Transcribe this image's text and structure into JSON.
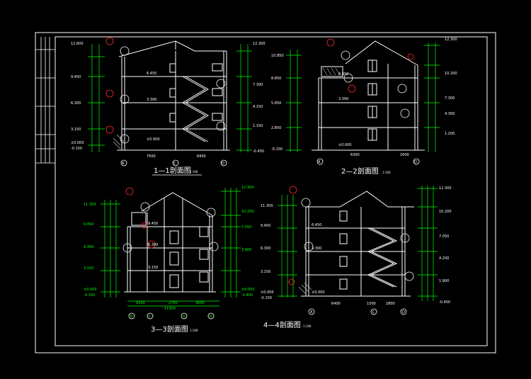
{
  "colors": {
    "background": "#000000",
    "frame": "#ffffff",
    "structure": "#ffffff",
    "dimension": "#00ff00",
    "annotation": "#ff2b2b",
    "hatch": "#c8c8c8"
  },
  "sections": [
    {
      "title": "1—1剖面图",
      "scale": "1:100",
      "elevations_left": [
        "12.600",
        "9.450",
        "6.300",
        "3.150",
        "±0.000",
        "-0.150"
      ],
      "elevations_right": [
        "12.300",
        "7.300",
        "4.150",
        "1.150",
        "-0.450"
      ],
      "level_labels": [
        "6.450",
        "3.300",
        "±0.000"
      ],
      "axis_labels": [
        "A",
        "C",
        "D"
      ],
      "bottom_dims": [
        "7500",
        "6400"
      ]
    },
    {
      "title": "2—2剖面图",
      "scale": "1:100",
      "elevations_left": [
        "10.850",
        "8.850",
        "5.850",
        "2.850",
        "-0.150"
      ],
      "elevations_right": [
        "12.300",
        "10.200",
        "7.300",
        "4.300",
        "1.200"
      ],
      "level_labels": [
        "6.450",
        "3.300",
        "±0.000"
      ],
      "axis_labels": [
        "A",
        "D"
      ],
      "bottom_dims": [
        "6300",
        "2000"
      ]
    },
    {
      "title": "3—3剖面图",
      "scale": "1:100",
      "elevations_left": [
        "11.350",
        "9.450",
        "6.300",
        "3.150",
        "±0.000",
        "-0.150"
      ],
      "elevations_right": [
        "12.300",
        "10.200",
        "7.050",
        "3.900",
        "±0.000",
        "-0.450"
      ],
      "level_labels": [
        "9.450",
        "6.300",
        "3.150"
      ],
      "axis_labels": [
        "B",
        "C",
        "G",
        "K"
      ],
      "bottom_dims": [
        "4200",
        "2700",
        "3600"
      ],
      "total_dim": "11300"
    },
    {
      "title": "4—4剖面图",
      "scale": "1:100",
      "elevations_left": [
        "11.350",
        "9.450",
        "6.300",
        "3.150",
        "±0.000",
        "-0.150"
      ],
      "elevations_right": [
        "12.300",
        "10.200",
        "7.050",
        "4.200",
        "1.900",
        "-0.450"
      ],
      "level_labels": [
        "6.450",
        "3.300",
        "±0.000"
      ],
      "axis_labels": [
        "A",
        "C",
        "D"
      ],
      "bottom_dims": [
        "6400",
        "1500",
        "2800"
      ]
    }
  ]
}
